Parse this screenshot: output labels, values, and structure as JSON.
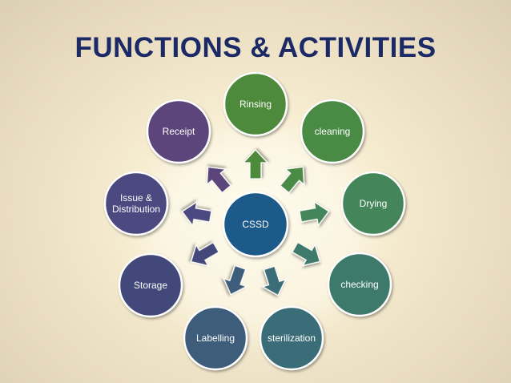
{
  "title": "FUNCTIONS & ACTIVITIES",
  "center": {
    "label": "CSSD",
    "color": "#1f5a8a"
  },
  "nodes": [
    {
      "lines": [
        "Rinsing"
      ],
      "color": "#4e8a3a"
    },
    {
      "lines": [
        "cleaning"
      ],
      "color": "#4a8a45"
    },
    {
      "lines": [
        "Drying"
      ],
      "color": "#44855a"
    },
    {
      "lines": [
        "checking"
      ],
      "color": "#3e7a6c"
    },
    {
      "lines": [
        "sterilization"
      ],
      "color": "#3a6d78"
    },
    {
      "lines": [
        "Labelling"
      ],
      "color": "#3c5d7a"
    },
    {
      "lines": [
        "Storage"
      ],
      "color": "#434a7a"
    },
    {
      "lines": [
        "Issue &",
        "Distribution"
      ],
      "color": "#4b4a80"
    },
    {
      "lines": [
        "Receipt"
      ],
      "color": "#5b447a"
    }
  ],
  "arrows": [
    {
      "color": "#4e8a3a"
    },
    {
      "color": "#4a8a45"
    },
    {
      "color": "#44855a"
    },
    {
      "color": "#3e7a6c"
    },
    {
      "color": "#3a6d78"
    },
    {
      "color": "#3c5d7a"
    },
    {
      "color": "#434a7a"
    },
    {
      "color": "#4b4a80"
    },
    {
      "color": "#5b447a"
    }
  ]
}
